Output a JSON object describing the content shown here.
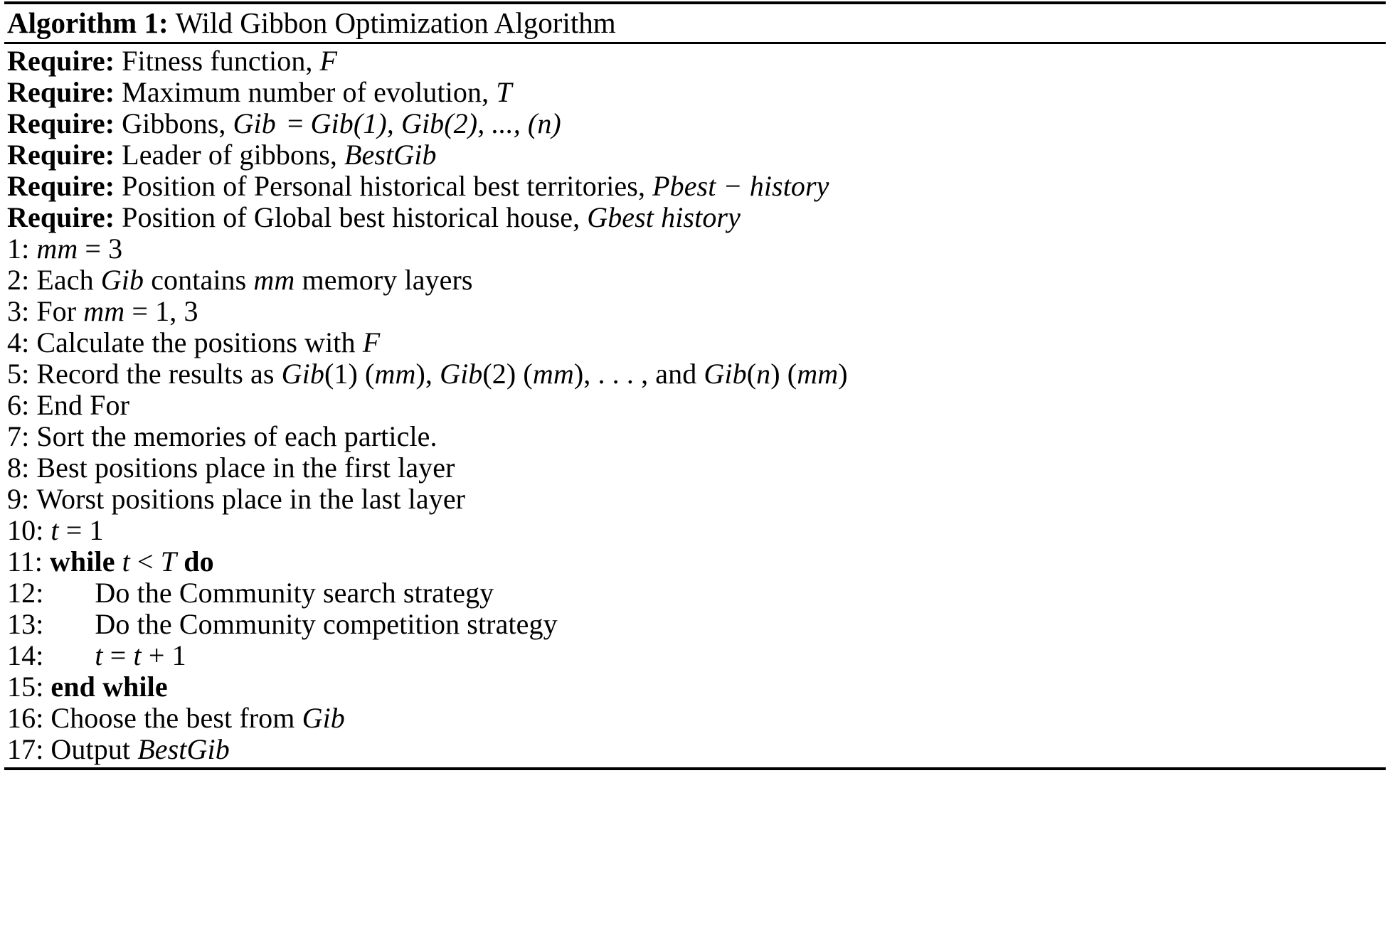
{
  "document": {
    "kind": "algorithm-pseudocode-block",
    "header": {
      "label": "Algorithm 1:",
      "title": "Wild Gibbon Optimization Algorithm"
    },
    "require_keyword": "Require:",
    "requires": [
      {
        "id": "require-fitness-function",
        "text_before": "Fitness function,",
        "symbol": "F"
      },
      {
        "id": "require-max-evolution",
        "text_before": "Maximum number of evolution,",
        "symbol": "T"
      },
      {
        "id": "require-gibbons",
        "text_before": "Gibbons,",
        "symbol": "Gib",
        "equals": "=",
        "list": "Gib(1), Gib(2), ..., (n)"
      },
      {
        "id": "require-leader",
        "text_before": "Leader of gibbons,",
        "symbol": "BestGib"
      },
      {
        "id": "require-pbest-history",
        "text_before": "Position of Personal historical best territories,",
        "symbol": "Pbest − history"
      },
      {
        "id": "require-gbest-history",
        "text_before": "Position of Global best historical house,",
        "symbol": "Gbest history"
      }
    ],
    "steps": [
      {
        "num": "1:",
        "indent": 0,
        "parts": [
          {
            "t": "mm",
            "s": "it"
          },
          {
            "t": " = 3",
            "s": "roman"
          }
        ]
      },
      {
        "num": "2:",
        "indent": 0,
        "parts": [
          {
            "t": "Each ",
            "s": "roman"
          },
          {
            "t": "Gib",
            "s": "it"
          },
          {
            "t": " contains ",
            "s": "roman"
          },
          {
            "t": "mm",
            "s": "it"
          },
          {
            "t": " memory layers",
            "s": "roman"
          }
        ]
      },
      {
        "num": "3:",
        "indent": 0,
        "parts": [
          {
            "t": "For ",
            "s": "roman"
          },
          {
            "t": "mm",
            "s": "it"
          },
          {
            "t": " = 1, 3",
            "s": "roman"
          }
        ]
      },
      {
        "num": "4:",
        "indent": 0,
        "parts": [
          {
            "t": "Calculate the positions with ",
            "s": "roman"
          },
          {
            "t": "F",
            "s": "it"
          }
        ]
      },
      {
        "num": "5:",
        "indent": 0,
        "parts": [
          {
            "t": "Record the results as ",
            "s": "roman"
          },
          {
            "t": "Gib",
            "s": "it"
          },
          {
            "t": "(1)",
            "s": "roman"
          },
          {
            "t": "  (",
            "s": "roman"
          },
          {
            "t": "mm",
            "s": "it"
          },
          {
            "t": "),  ",
            "s": "roman"
          },
          {
            "t": "Gib",
            "s": "it"
          },
          {
            "t": "(2) (",
            "s": "roman"
          },
          {
            "t": "mm",
            "s": "it"
          },
          {
            "t": "), . . . ,  and ",
            "s": "roman"
          },
          {
            "t": "Gib",
            "s": "it"
          },
          {
            "t": "(",
            "s": "roman"
          },
          {
            "t": "n",
            "s": "it"
          },
          {
            "t": ")  (",
            "s": "roman"
          },
          {
            "t": "mm",
            "s": "it"
          },
          {
            "t": ")",
            "s": "roman"
          }
        ]
      },
      {
        "num": "6:",
        "indent": 0,
        "parts": [
          {
            "t": "End For",
            "s": "roman"
          }
        ]
      },
      {
        "num": "7:",
        "indent": 0,
        "parts": [
          {
            "t": "Sort the memories of each particle.",
            "s": "roman"
          }
        ]
      },
      {
        "num": "8:",
        "indent": 0,
        "parts": [
          {
            "t": "Best positions place in the first layer",
            "s": "roman"
          }
        ]
      },
      {
        "num": "9:",
        "indent": 0,
        "parts": [
          {
            "t": "Worst positions place in the last layer",
            "s": "roman"
          }
        ]
      },
      {
        "num": "10:",
        "indent": 0,
        "parts": [
          {
            "t": "t",
            "s": "it"
          },
          {
            "t": " = 1",
            "s": "roman"
          }
        ]
      },
      {
        "num": "11:",
        "indent": 0,
        "parts": [
          {
            "t": "while",
            "s": "bd"
          },
          {
            "t": "  ",
            "s": "roman"
          },
          {
            "t": "t",
            "s": "it"
          },
          {
            "t": "  <  ",
            "s": "roman"
          },
          {
            "t": "T",
            "s": "it"
          },
          {
            "t": "  ",
            "s": "roman"
          },
          {
            "t": "do",
            "s": "bd"
          }
        ]
      },
      {
        "num": "12:",
        "indent": 1,
        "parts": [
          {
            "t": "Do the Community search strategy",
            "s": "roman"
          }
        ]
      },
      {
        "num": "13:",
        "indent": 1,
        "parts": [
          {
            "t": "Do the Community competition strategy",
            "s": "roman"
          }
        ]
      },
      {
        "num": "14:",
        "indent": 1,
        "parts": [
          {
            "t": "t",
            "s": "it"
          },
          {
            "t": " = ",
            "s": "roman"
          },
          {
            "t": "t",
            "s": "it"
          },
          {
            "t": "  + 1",
            "s": "roman"
          }
        ]
      },
      {
        "num": "15:",
        "indent": 0,
        "parts": [
          {
            "t": "end while",
            "s": "bd"
          }
        ]
      },
      {
        "num": "16:",
        "indent": 0,
        "parts": [
          {
            "t": "Choose the best from ",
            "s": "roman"
          },
          {
            "t": "Gib",
            "s": "it"
          }
        ]
      },
      {
        "num": "17:",
        "indent": 0,
        "parts": [
          {
            "t": "Output ",
            "s": "roman"
          },
          {
            "t": "BestGib",
            "s": "it"
          }
        ]
      }
    ],
    "colors": {
      "text": "#000000",
      "background": "#ffffff",
      "rule": "#000000"
    }
  }
}
